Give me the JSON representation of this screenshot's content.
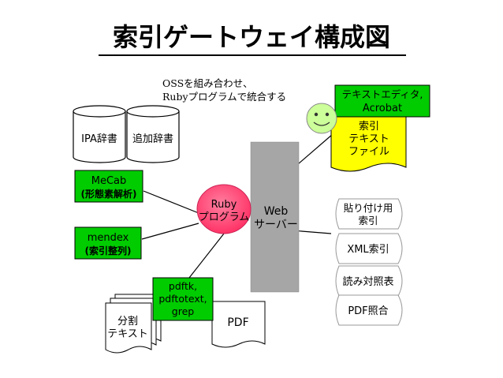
{
  "title": "索引ゲートウェイ構成図",
  "note": {
    "line1": "OSSを組み合わせ、",
    "line2": "Rubyプログラムで統合する"
  },
  "dictionaries": {
    "ipa": "IPA辞書",
    "additional": "追加辞書"
  },
  "mecab": {
    "line1": "MeCab",
    "line2": "(形態素解析)"
  },
  "mendex": {
    "line1": "mendex",
    "line2": "(索引整列)"
  },
  "ruby_program": {
    "line1": "Ruby",
    "line2": "プログラム"
  },
  "web_server": {
    "line1": "Web",
    "line2": "サーバー"
  },
  "editor": {
    "line1": "テキストエディタ,",
    "line2": "Acrobat"
  },
  "index_text_file": {
    "line1": "索引",
    "line2": "テキスト",
    "line3": "ファイル"
  },
  "pdf_tools": {
    "line1": "pdftk,",
    "line2": "pdftotext,",
    "line3": "grep"
  },
  "split_text": {
    "line1": "分割",
    "line2": "テキスト"
  },
  "pdf": "PDF",
  "outputs": {
    "paste_index": {
      "line1": "貼り付け用",
      "line2": "索引"
    },
    "xml_index": "XML索引",
    "reading_table": "読み対照表",
    "pdf_check": "PDF照合"
  },
  "colors": {
    "green": "#00cc00",
    "yellow": "#ffff00",
    "pink": "#ff3366",
    "server_gray": "#a6a6a6",
    "smiley": "#ccff99"
  }
}
